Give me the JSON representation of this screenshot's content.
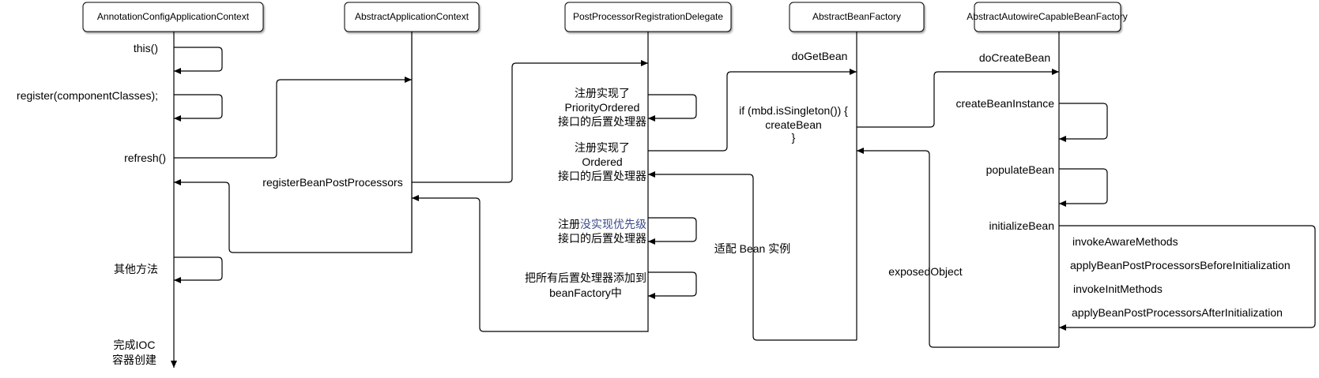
{
  "lifelines": [
    "AnnotationConfigApplicationContext",
    "AbstractApplicationContext",
    "PostProcessorRegistrationDelegate",
    "AbstractBeanFactory",
    "AbstractAutowireCapableBeanFactory"
  ],
  "messages": {
    "this": "this()",
    "register": "register(componentClasses);",
    "refresh": "refresh()",
    "registerBPP": "registerBeanPostProcessors",
    "other": "其他方法",
    "done1": "完成IOC",
    "done2": "容器创建",
    "po1": "注册实现了",
    "po2": "PriorityOrdered",
    "po3": "接口的后置处理器",
    "o1": "注册实现了",
    "o2": "Ordered",
    "o3": "接口的后置处理器",
    "np1a": "注册",
    "np1b": "没实现优先级",
    "np2": "接口的后置处理器",
    "add1": "把所有后置处理器添加到",
    "add2": "beanFactory中",
    "doGetBean": "doGetBean",
    "single1": "if (mbd.isSingleton()) {",
    "single2": "createBean",
    "single3": "}",
    "adapt": "适配 Bean 实例",
    "doCreateBean": "doCreateBean",
    "createBeanInstance": "createBeanInstance",
    "populateBean": "populateBean",
    "initializeBean": "initializeBean",
    "exposedObject": "exposedObject",
    "invokeAware": "invokeAwareMethods",
    "applyBefore": "applyBeanPostProcessorsBeforeInitialization",
    "invokeInit": "invokeInitMethods",
    "applyAfter": "applyBeanPostProcessorsAfterInitialization"
  },
  "colors": {
    "line": "#000000",
    "highlight": "#3b4a8a"
  }
}
